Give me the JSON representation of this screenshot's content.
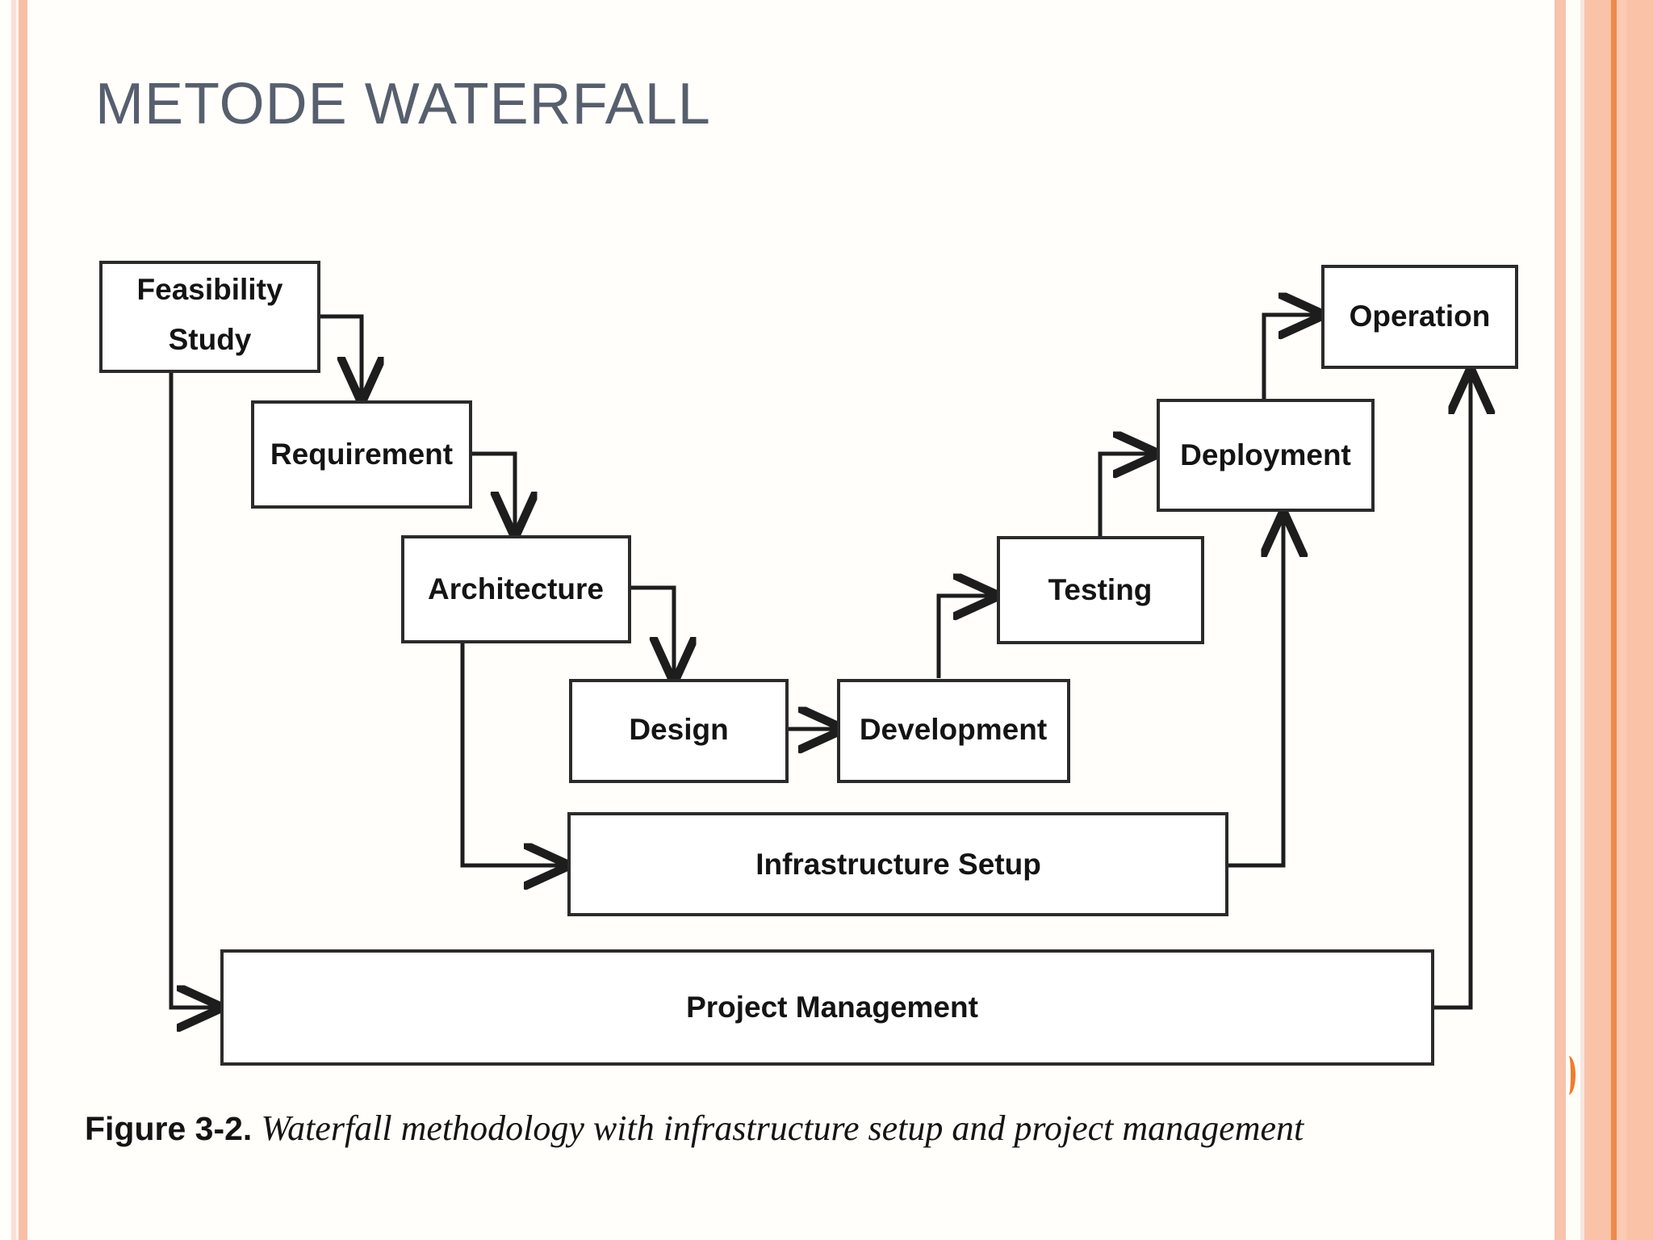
{
  "slide": {
    "title": "METODE WATERFALL",
    "title_color": "#575f6e",
    "background": "#fffefb",
    "accent_color": "#f08a4b"
  },
  "figure": {
    "caption_label": "Figure 3-2.",
    "caption_text": "Waterfall methodology with infrastructure setup and project management",
    "box_stroke_color": "#2b2b2b",
    "box_fill_color": "#ffffff",
    "connector_color": "#1d1d1d",
    "nodes": [
      {
        "id": "feasibility",
        "label_line1": "Feasibility",
        "label_line2": "Study"
      },
      {
        "id": "requirement",
        "label": "Requirement"
      },
      {
        "id": "architecture",
        "label": "Architecture"
      },
      {
        "id": "design",
        "label": "Design"
      },
      {
        "id": "development",
        "label": "Development"
      },
      {
        "id": "testing",
        "label": "Testing"
      },
      {
        "id": "deployment",
        "label": "Deployment"
      },
      {
        "id": "operation",
        "label": "Operation"
      },
      {
        "id": "infrastructure",
        "label": "Infrastructure Setup"
      },
      {
        "id": "projectmgmt",
        "label": "Project Management"
      }
    ],
    "flow": [
      "Feasibility Study -> Requirement",
      "Requirement -> Architecture",
      "Architecture -> Design",
      "Design -> Development",
      "Development -> Testing",
      "Testing -> Deployment",
      "Deployment -> Operation",
      "Architecture -> Infrastructure Setup",
      "Infrastructure Setup -> Deployment",
      "Feasibility Study -> Project Management",
      "Project Management -> Operation"
    ]
  }
}
